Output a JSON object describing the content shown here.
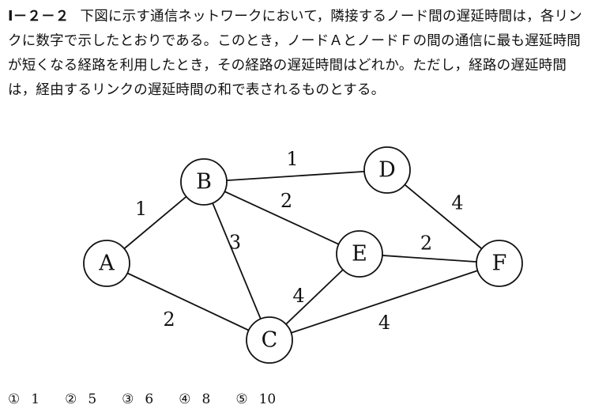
{
  "question": {
    "number": "Ⅰ－２－２",
    "text": "下図に示す通信ネットワークにおいて，隣接するノード間の遅延時間は，各リンクに数字で示したとおりである。このとき，ノードＡとノードＦの間の通信に最も遅延時間が短くなる経路を利用したとき，その経路の遅延時間はどれか。ただし，経路の遅延時間は，経由するリンクの遅延時間の和で表されるものとする。"
  },
  "network": {
    "nodes": [
      {
        "id": "A",
        "label": "A"
      },
      {
        "id": "B",
        "label": "B"
      },
      {
        "id": "C",
        "label": "C"
      },
      {
        "id": "D",
        "label": "D"
      },
      {
        "id": "E",
        "label": "E"
      },
      {
        "id": "F",
        "label": "F"
      }
    ],
    "links": [
      {
        "from": "A",
        "to": "B",
        "delay": "1"
      },
      {
        "from": "B",
        "to": "D",
        "delay": "1"
      },
      {
        "from": "D",
        "to": "F",
        "delay": "4"
      },
      {
        "from": "B",
        "to": "E",
        "delay": "2"
      },
      {
        "from": "B",
        "to": "C",
        "delay": "3"
      },
      {
        "from": "E",
        "to": "F",
        "delay": "2"
      },
      {
        "from": "C",
        "to": "E",
        "delay": "4"
      },
      {
        "from": "A",
        "to": "C",
        "delay": "2"
      },
      {
        "from": "C",
        "to": "F",
        "delay": "4"
      }
    ]
  },
  "choices": [
    {
      "mark": "①",
      "value": "1"
    },
    {
      "mark": "②",
      "value": "5"
    },
    {
      "mark": "③",
      "value": "6"
    },
    {
      "mark": "④",
      "value": "8"
    },
    {
      "mark": "⑤",
      "value": "10"
    }
  ]
}
